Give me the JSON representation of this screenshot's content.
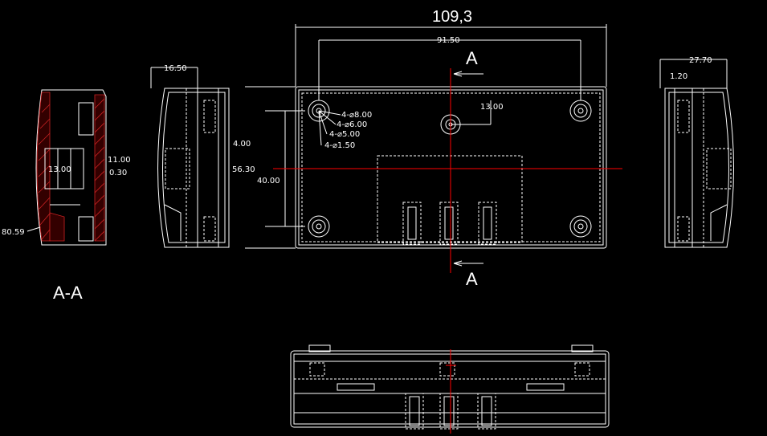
{
  "drawing": {
    "background": "#000000",
    "line_color": "#ffffff",
    "centerline_color": "#ff0000",
    "hatch_color": "#cc2222",
    "section_title": "A-A",
    "section_marks": [
      "A",
      "A"
    ],
    "dimensions": {
      "overall_width": "109,3",
      "hole_spacing": "91.50",
      "center_offset": "13.00",
      "height_outer": "56.30",
      "height_inner": "40.00",
      "small_dim": "4.00",
      "left_depth": "16.50",
      "right_depth": "27.70",
      "right_wall": "1.20",
      "sec_inner": "13.00",
      "sec_wall": "11.00",
      "sec_lip": "0.30",
      "sec_radius": "80.59"
    },
    "hole_callouts": [
      "4-⌀8.00",
      "4-⌀6.00",
      "4-⌀5.00",
      "4-⌀1.50"
    ]
  }
}
